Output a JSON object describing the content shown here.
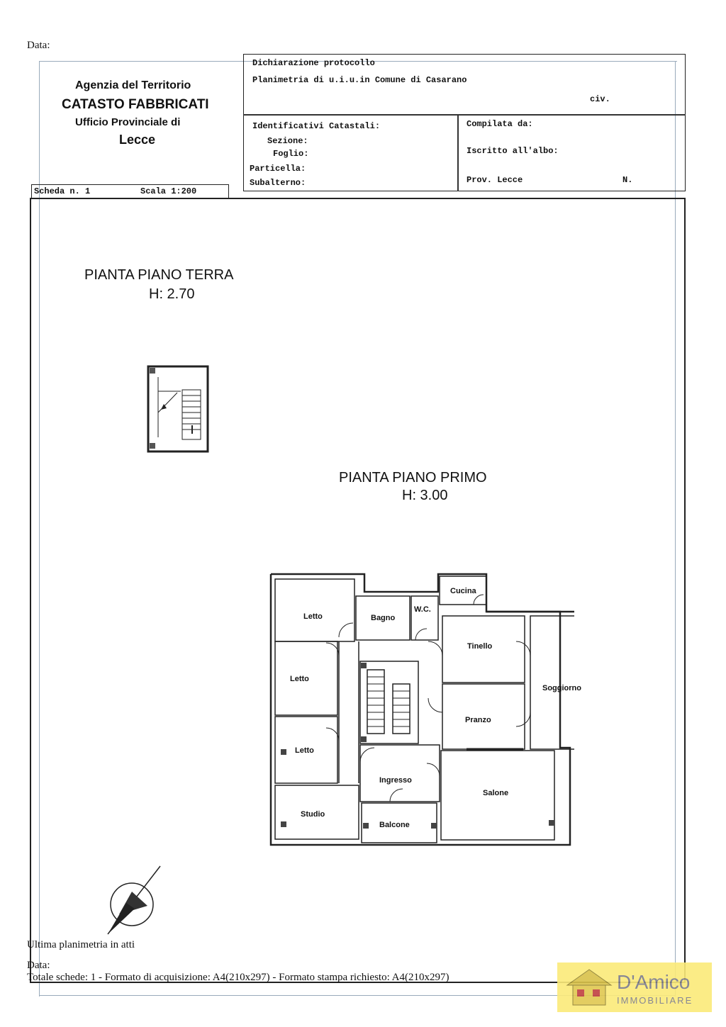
{
  "header": {
    "data_label": "Data:",
    "agency": {
      "line1": "Agenzia del Territorio",
      "line2": "CATASTO FABBRICATI",
      "line3": "Ufficio Provinciale di",
      "line4": "Lecce"
    },
    "declaration": {
      "title": "Dichiarazione protocollo",
      "subtitle": "Planimetria di u.i.u.in Comune di Casarano",
      "civ": "civ."
    },
    "identifiers": {
      "title": "Identificativi Catastali:",
      "sezione": "Sezione:",
      "foglio": "Foglio:",
      "particella": "Particella:",
      "subalterno": "Subalterno:"
    },
    "compiled": {
      "title": "Compilata da:",
      "iscritto": "Iscritto all'albo:",
      "prov": "Prov. Lecce",
      "n": "N."
    },
    "scheda": "Scheda n. 1",
    "scala": "Scala 1:200"
  },
  "plans": {
    "ground": {
      "title": "PIANTA PIANO TERRA",
      "height": "H: 2.70"
    },
    "first": {
      "title": "PIANTA PIANO PRIMO",
      "height": "H: 3.00"
    }
  },
  "rooms": {
    "letto1": "Letto",
    "letto2": "Letto",
    "letto3": "Letto",
    "studio": "Studio",
    "bagno": "Bagno",
    "wc": "W.C.",
    "cucina": "Cucina",
    "tinello": "Tinello",
    "soggiorno": "Soggiorno",
    "pranzo": "Pranzo",
    "ingresso": "Ingresso",
    "salone": "Salone",
    "balcone": "Balcone"
  },
  "footer": {
    "ultima": "Ultima planimetria in atti",
    "data_label": "Data:",
    "totale": "Totale schede: 1 - Formato di acquisizione: A4(210x297)  - Formato stampa richiesto: A4(210x297)"
  },
  "watermark": {
    "brand": "D'Amico",
    "sub": "IMMOBILIARE"
  }
}
